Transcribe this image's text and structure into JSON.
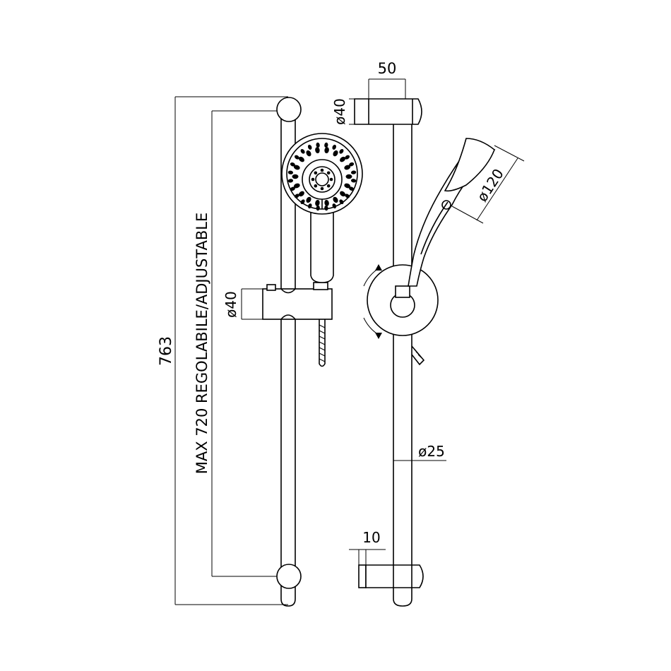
{
  "dimensions": {
    "total_height": "763",
    "adjustable": "MAX 720 REGOLABILE/ADJUSTABLE",
    "holder_dia_front": "ø40",
    "bracket_width": "50",
    "bracket_dia_side": "ø40",
    "head_dia": "ø120",
    "bar_dia": "ø25",
    "bracket_depth": "10"
  },
  "colors": {
    "line": "#000000",
    "background": "#ffffff"
  }
}
